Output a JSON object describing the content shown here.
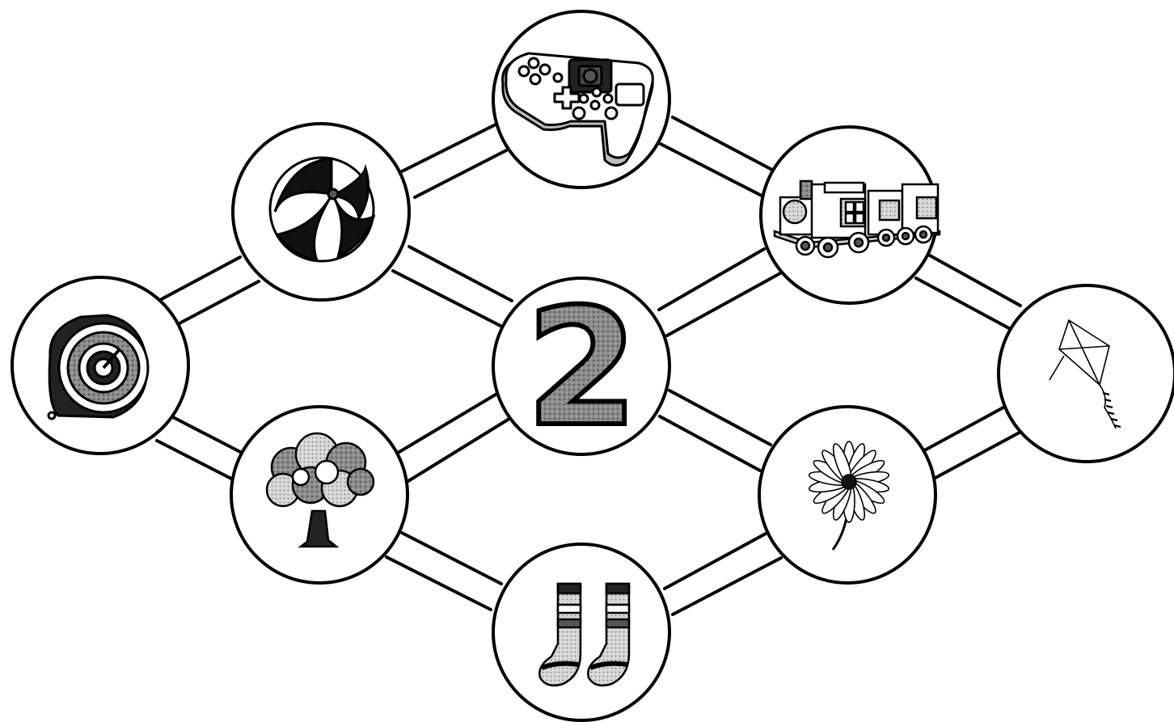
{
  "diagram": {
    "center_label": "2",
    "center_fill": "#9a9a9a",
    "nodes": [
      {
        "id": "top",
        "icon": "game-controller-icon"
      },
      {
        "id": "upper-left",
        "icon": "beach-ball-icon"
      },
      {
        "id": "upper-right",
        "icon": "toy-train-icon"
      },
      {
        "id": "left",
        "icon": "spinning-top-icon"
      },
      {
        "id": "center",
        "icon": "number-2-icon"
      },
      {
        "id": "right",
        "icon": "kite-icon"
      },
      {
        "id": "lower-left",
        "icon": "tree-icon"
      },
      {
        "id": "lower-right",
        "icon": "daisy-flower-icon"
      },
      {
        "id": "bottom",
        "icon": "socks-icon"
      }
    ]
  }
}
